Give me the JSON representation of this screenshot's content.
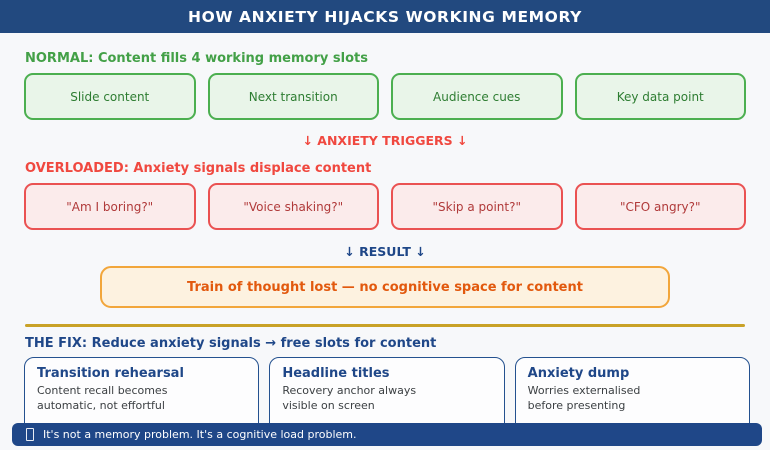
{
  "header": {
    "title": "HOW ANXIETY HIJACKS WORKING MEMORY"
  },
  "normal": {
    "heading": "NORMAL: Content fills 4 working memory slots",
    "slots": [
      "Slide content",
      "Next transition",
      "Audience cues",
      "Key data point"
    ]
  },
  "triggers_label": "↓ ANXIETY TRIGGERS ↓",
  "overloaded": {
    "heading": "OVERLOADED: Anxiety signals displace content",
    "slots": [
      "\"Am I boring?\"",
      "\"Voice shaking?\"",
      "\"Skip a point?\"",
      "\"CFO angry?\""
    ]
  },
  "result_label": "↓ RESULT ↓",
  "result_box": {
    "text": "Train of thought lost — no cognitive space for content"
  },
  "fix": {
    "heading": "THE FIX: Reduce anxiety signals → free slots for content",
    "cards": [
      {
        "title": "Transition rehearsal",
        "line1": "Content recall becomes",
        "line2": "automatic, not effortful"
      },
      {
        "title": "Headline titles",
        "line1": "Recovery anchor always",
        "line2": "visible on screen"
      },
      {
        "title": "Anxiety dump",
        "line1": "Worries externalised",
        "line2": "before presenting"
      }
    ]
  },
  "footer": {
    "icon": "missing-glyph-box",
    "text": "It's not a memory problem. It's a cognitive load problem."
  },
  "colors": {
    "header_bg": "#22497F",
    "page_bg": "#F7F8FA",
    "green_accent": "#43A047",
    "green_border": "#4CAF50",
    "green_fill": "#E9F5E9",
    "green_text": "#2E7D32",
    "red_accent": "#F0483F",
    "red_border": "#EA5252",
    "red_fill": "#FBEBEB",
    "red_text": "#B03A3A",
    "blue_accent": "#1F4788",
    "orange_border": "#F2A63B",
    "orange_fill": "#FDF2E0",
    "orange_text": "#E2590E",
    "divider_gold": "#C9A227",
    "footer_bg": "#1F4788"
  }
}
